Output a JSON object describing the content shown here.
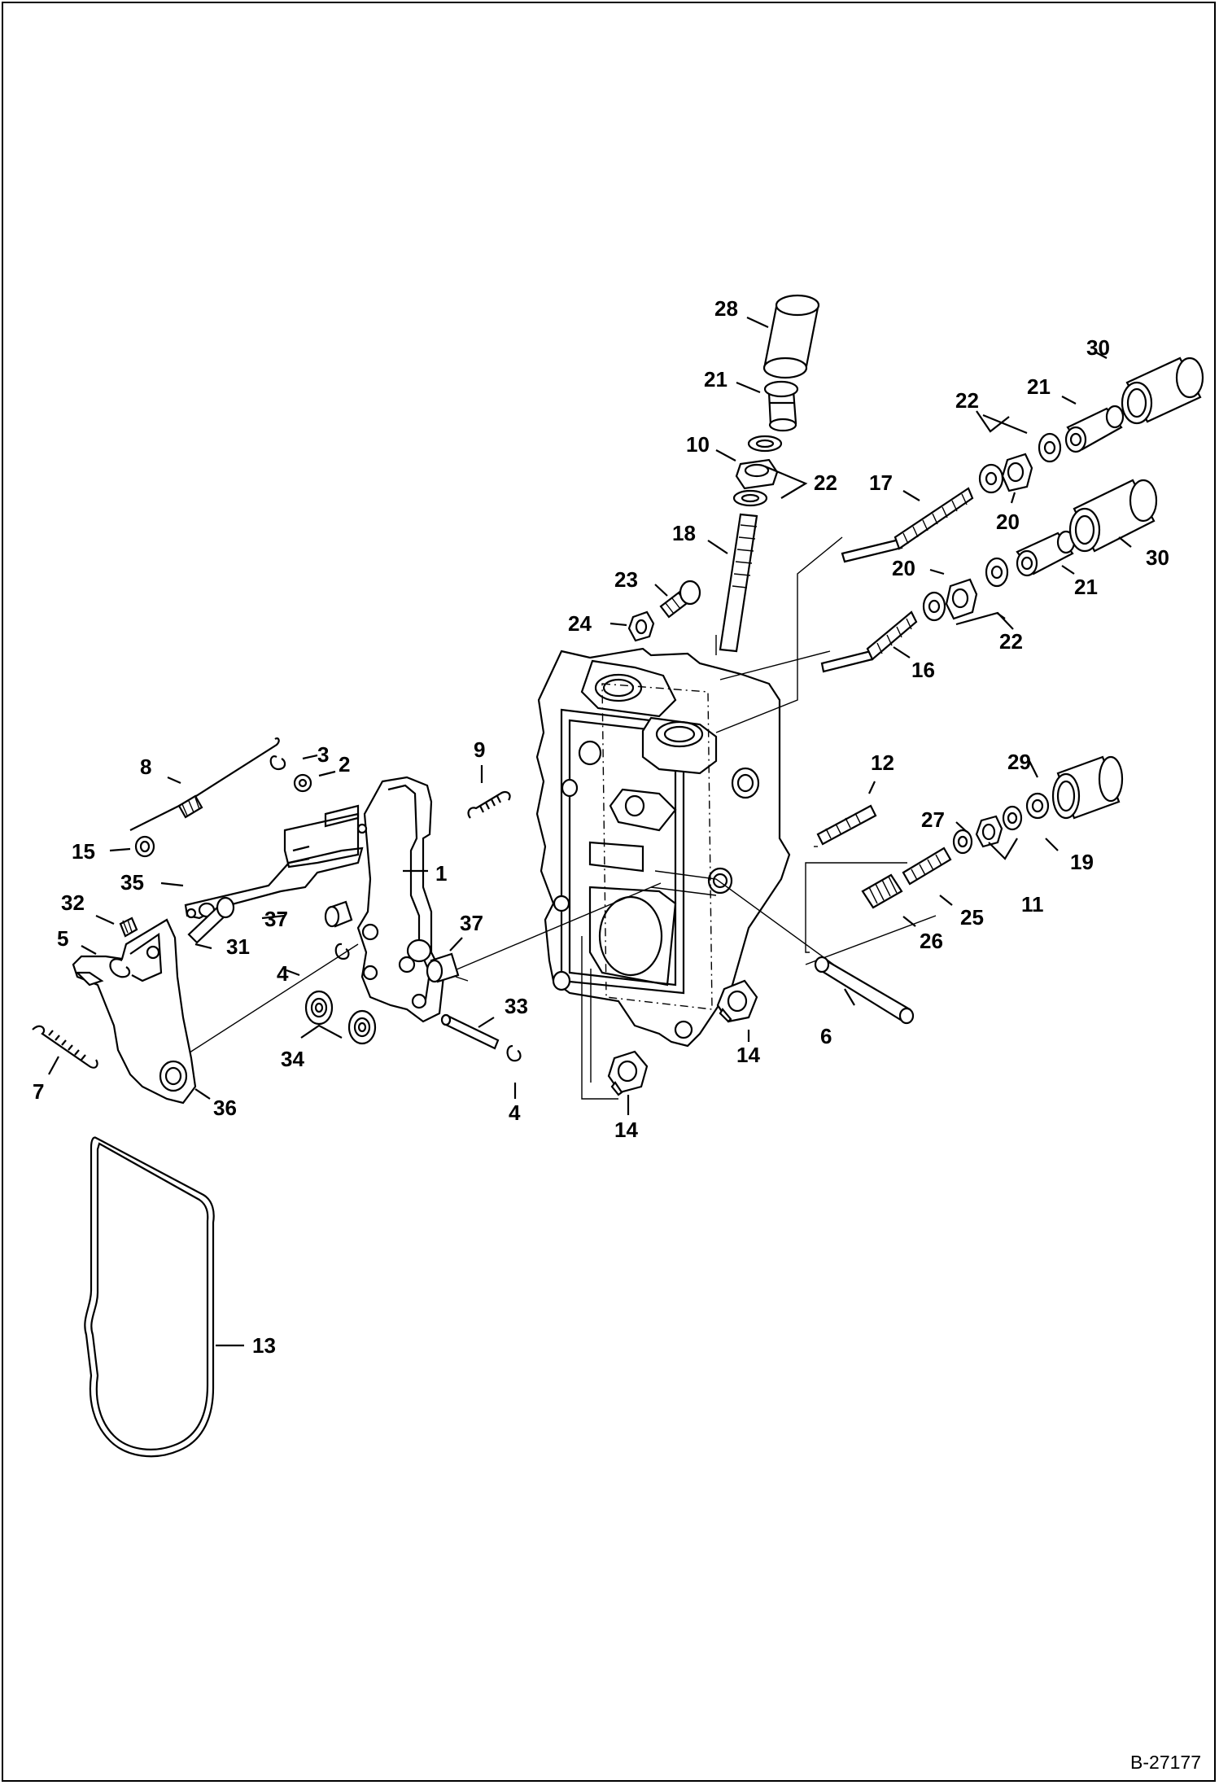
{
  "document_id": "B-27177",
  "callouts": {
    "c1": "1",
    "c2": "2",
    "c3": "3",
    "c4a": "4",
    "c4b": "4",
    "c5": "5",
    "c6": "6",
    "c7": "7",
    "c8": "8",
    "c9": "9",
    "c10": "10",
    "c11": "11",
    "c12": "12",
    "c13": "13",
    "c14a": "14",
    "c14b": "14",
    "c15": "15",
    "c16": "16",
    "c17": "17",
    "c18": "18",
    "c19": "19",
    "c20a": "20",
    "c20b": "20",
    "c21a": "21",
    "c21b": "21",
    "c21c": "21",
    "c22a": "22",
    "c22b": "22",
    "c22c": "22",
    "c23": "23",
    "c24": "24",
    "c25": "25",
    "c26": "26",
    "c27": "27",
    "c28": "28",
    "c29": "29",
    "c30a": "30",
    "c30b": "30",
    "c31": "31",
    "c32": "32",
    "c33": "33",
    "c34": "34",
    "c35": "35",
    "c36": "36",
    "c37a": "37",
    "c37b": "37"
  }
}
